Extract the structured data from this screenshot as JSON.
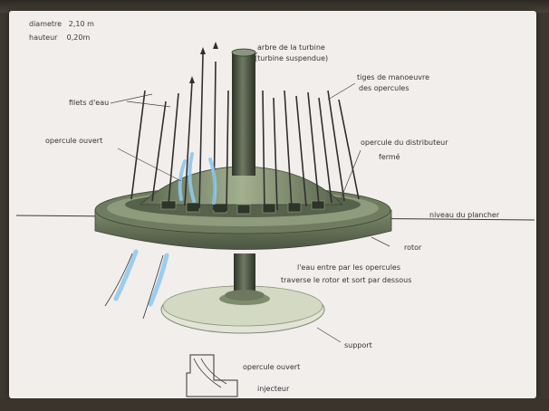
{
  "specs": {
    "diameter_label": "diametre",
    "diameter_value": "2,10 m",
    "height_label": "hauteur",
    "height_value": "0,20m"
  },
  "labels": {
    "shaft": "arbre de la turbine",
    "shaft_note": "(turbine suspendue)",
    "rods": "tiges de manoeuvre",
    "rods_2": "des opercules",
    "water_jets": "filets d'eau",
    "open_gate": "opercule ouvert",
    "closed_gate": "opercule du distributeur",
    "closed_gate_2": "fermé",
    "floor_level": "niveau du plancher",
    "rotor": "rotor",
    "flow_note": "l'eau entre par les opercules",
    "flow_note_2": "traverse le rotor et sort par dessous",
    "support": "support",
    "detail_gate": "opercule ouvert",
    "detail_injector": "injecteur"
  },
  "colors": {
    "card": "#f2eeec",
    "metal_dark": "#4f5a44",
    "metal_light": "#a9b596",
    "water": "#8ec8ee"
  }
}
